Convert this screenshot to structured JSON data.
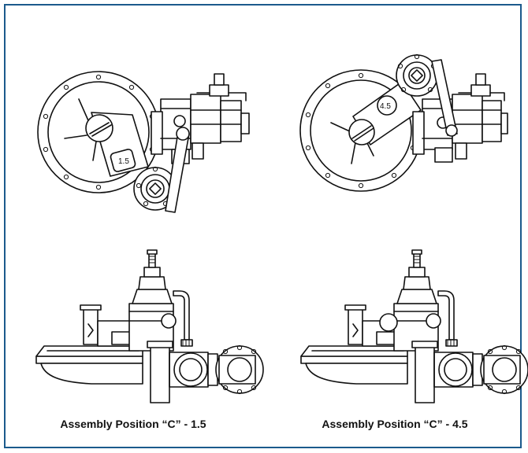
{
  "captions": {
    "left": "Assembly Position “C” - 1.5",
    "right": "Assembly Position “C” - 4.5"
  },
  "position_labels": {
    "left": "1.5",
    "right": "4.5"
  },
  "colors": {
    "border": "#1b5a8c",
    "line": "#111111"
  }
}
